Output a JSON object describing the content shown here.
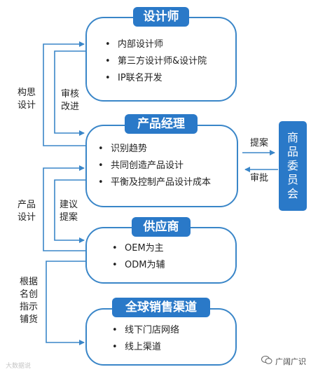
{
  "boxes": {
    "designer": {
      "title": "设计师",
      "items": [
        "内部设计师",
        "第三方设计师&设计院",
        "IP联名开发"
      ]
    },
    "pm": {
      "title": "产品经理",
      "items": [
        "识别趋势",
        "共同创造产品设计",
        "平衡及控制产品设计成本"
      ]
    },
    "supplier": {
      "title": "供应商",
      "items": [
        "OEM为主",
        "ODM为辅"
      ]
    },
    "channel": {
      "title": "全球销售渠道",
      "items": [
        "线下门店网络",
        "线上渠道"
      ]
    }
  },
  "committee": {
    "label": "商品委员会"
  },
  "arrows": {
    "proposal": "提案",
    "approval": "审批",
    "concept_design": "构思\n设计",
    "review_improve": "审核\n改进",
    "product_design": "产品\n设计",
    "suggest_propose": "建议\n提案",
    "distribute": "根据\n名创\n指示\n铺货"
  },
  "colors": {
    "accent": "#2a79c8",
    "border": "#3a86c8",
    "line": "#3a86c8"
  },
  "watermarks": {
    "left": "大数据说",
    "right": "广阔广识"
  }
}
